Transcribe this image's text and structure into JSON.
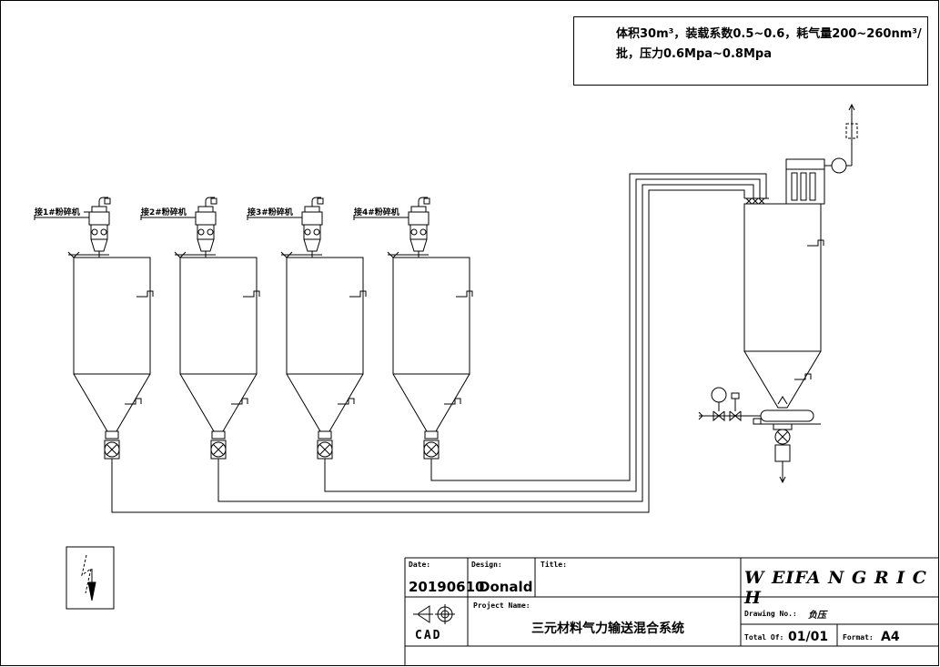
{
  "note": {
    "line1": "体积30m³，装载系数0.5~0.6，耗气量200~260nm³/",
    "line2": "批，压力0.6Mpa~0.8Mpa"
  },
  "crusher_labels": [
    "接1#粉碎机",
    "接2#粉碎机",
    "接3#粉碎机",
    "接4#粉碎机"
  ],
  "title_block": {
    "date_label": "Date:",
    "date_value": "20190610",
    "design_label": "Design:",
    "design_value": "Donald",
    "title_label": "Title:",
    "company": "W EIFA N G  R I C H",
    "project_label": "Project Name:",
    "project_value": "三元材料气力输送混合系统",
    "drawing_no_label": "Drawing No.:",
    "drawing_no_value": "负压",
    "total_label": "Total Of:",
    "total_value": "01/01",
    "format_label": "Format:",
    "format_value": "A4",
    "cad_logo_text": "CAD"
  }
}
